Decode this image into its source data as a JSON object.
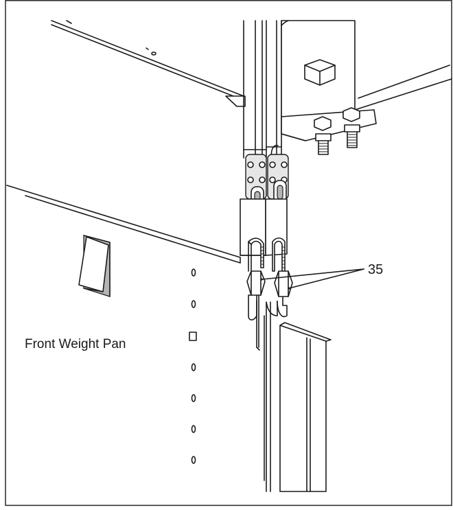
{
  "labels": {
    "part_label": "Front Weight Pan",
    "callout_number": "35"
  },
  "colors": {
    "line": "#1a1a1a",
    "background": "#ffffff",
    "frame": "#333333",
    "shade": "#b5b5b5"
  },
  "illustration": {
    "subject": "front weight pan suspended from roller chains by threaded U-bolt connectors",
    "pan_holes": [
      "round",
      "round",
      "square",
      "round",
      "round",
      "round",
      "round"
    ]
  }
}
